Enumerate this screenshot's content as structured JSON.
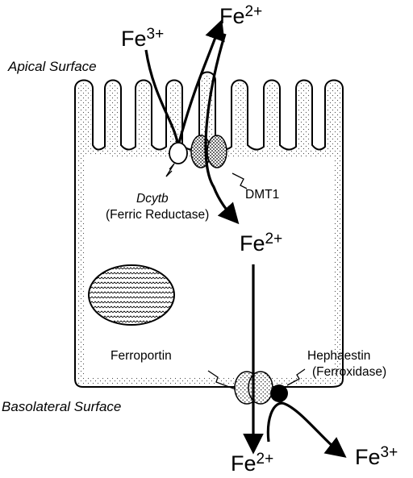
{
  "labels": {
    "apical_surface": "Apical Surface",
    "basolateral_surface": "Basolateral Surface",
    "dcytb": "Dcytb",
    "ferric_reductase": "(Ferric Reductase)",
    "dmt1": "DMT1",
    "ferroportin": "Ferroportin",
    "hephaestin": "Hephaestin",
    "ferroxidase": "(Ferroxidase)"
  },
  "ions": {
    "fe3_in": {
      "base": "Fe",
      "charge": "3+"
    },
    "fe2_out": {
      "base": "Fe",
      "charge": "2+"
    },
    "fe2_cell": {
      "base": "Fe",
      "charge": "2+"
    },
    "fe2_blood": {
      "base": "Fe",
      "charge": "2+"
    },
    "fe3_blood": {
      "base": "Fe",
      "charge": "3+"
    }
  },
  "colors": {
    "ink": "#000000",
    "background": "#ffffff"
  }
}
